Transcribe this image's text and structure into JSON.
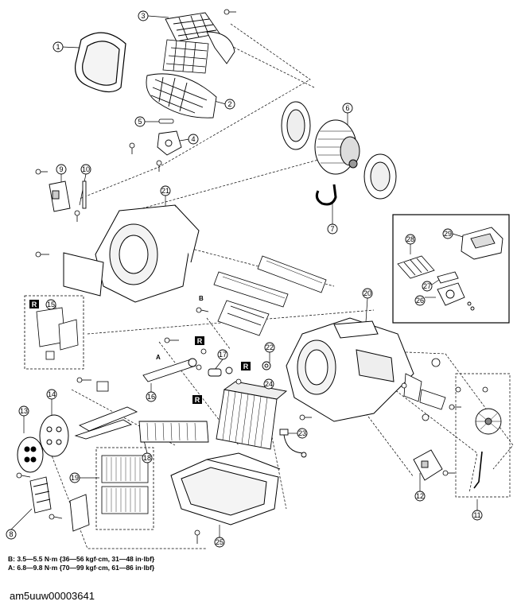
{
  "callouts": [
    "1",
    "2",
    "3",
    "4",
    "5",
    "6",
    "7",
    "8",
    "9",
    "10",
    "11",
    "12",
    "13",
    "14",
    "15",
    "16",
    "17",
    "18",
    "19",
    "20",
    "21",
    "22",
    "23",
    "24",
    "25",
    "26",
    "27",
    "28",
    "29"
  ],
  "badge_letter": "R",
  "torque_letters": {
    "b": "B",
    "a": "A"
  },
  "torque_specs": [
    "B: 3.5—5.5 N·m {36—56 kgf·cm, 31—48 in·lbf}",
    "A: 6.8—9.8 N·m {70—99 kgf·cm, 61—86 in·lbf}"
  ],
  "figure_id": "am5uuw00003641"
}
